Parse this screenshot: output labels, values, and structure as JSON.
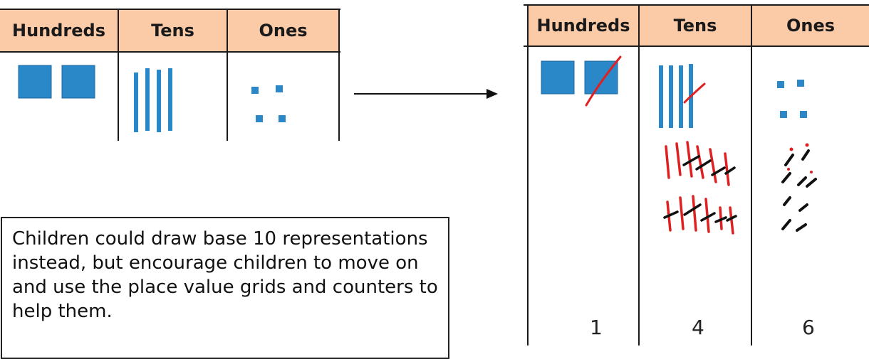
{
  "left_grid": {
    "headers": [
      "Hundreds",
      "Tens",
      "Ones"
    ]
  },
  "right_grid": {
    "headers": [
      "Hundreds",
      "Tens",
      "Ones"
    ],
    "digits": [
      "1",
      "4",
      "6"
    ]
  },
  "note": {
    "text": "Children could draw base 10 representations instead, but encourage children to move on and use the place value grids and counters to help them."
  },
  "colors": {
    "header_fill": "#fbcba8",
    "block_blue": "#2a87c8",
    "mark_red": "#e02020",
    "mark_black": "#111111"
  },
  "icons": [
    "arrow-right-icon"
  ]
}
